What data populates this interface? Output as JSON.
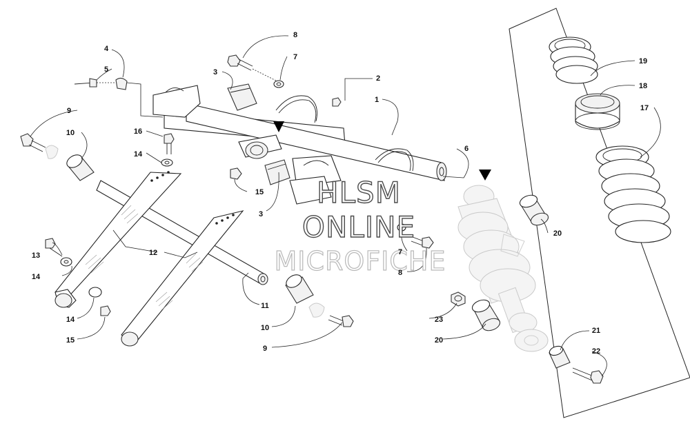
{
  "watermark": {
    "line1": "HLSM",
    "line2": "ONLINE",
    "line3": "MICROFICHE"
  },
  "callouts": [
    {
      "id": "c1",
      "label": "1"
    },
    {
      "id": "c2",
      "label": "2"
    },
    {
      "id": "c3a",
      "label": "3"
    },
    {
      "id": "c3b",
      "label": "3"
    },
    {
      "id": "c4",
      "label": "4"
    },
    {
      "id": "c5",
      "label": "5"
    },
    {
      "id": "c6",
      "label": "6"
    },
    {
      "id": "c7a",
      "label": "7"
    },
    {
      "id": "c7b",
      "label": "7"
    },
    {
      "id": "c8a",
      "label": "8"
    },
    {
      "id": "c8b",
      "label": "8"
    },
    {
      "id": "c9a",
      "label": "9"
    },
    {
      "id": "c9b",
      "label": "9"
    },
    {
      "id": "c10a",
      "label": "10"
    },
    {
      "id": "c10b",
      "label": "10"
    },
    {
      "id": "c11",
      "label": "11"
    },
    {
      "id": "c12",
      "label": "12"
    },
    {
      "id": "c13",
      "label": "13"
    },
    {
      "id": "c14a",
      "label": "14"
    },
    {
      "id": "c14b",
      "label": "14"
    },
    {
      "id": "c14c",
      "label": "14"
    },
    {
      "id": "c15a",
      "label": "15"
    },
    {
      "id": "c15b",
      "label": "15"
    },
    {
      "id": "c16",
      "label": "16"
    },
    {
      "id": "c17",
      "label": "17"
    },
    {
      "id": "c18",
      "label": "18"
    },
    {
      "id": "c19",
      "label": "19"
    },
    {
      "id": "c20a",
      "label": "20"
    },
    {
      "id": "c20b",
      "label": "20"
    },
    {
      "id": "c21",
      "label": "21"
    },
    {
      "id": "c22",
      "label": "22"
    },
    {
      "id": "c23",
      "label": "23"
    }
  ]
}
